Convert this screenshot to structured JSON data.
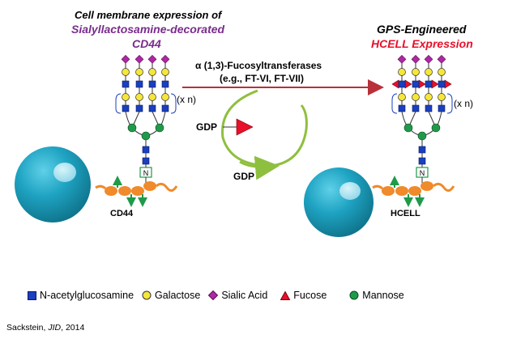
{
  "left": {
    "title_line1": "Cell membrane expression of",
    "title_line2": "Sialyllactosamine-decorated",
    "title_line3": "CD44",
    "repeat_label": "(x n)",
    "linker_label": "N",
    "protein_label": "CD44"
  },
  "right": {
    "title_line1": "GPS-Engineered",
    "title_line2": "HCELL Expression",
    "repeat_label": "(x n)",
    "linker_label": "N",
    "protein_label": "HCELL"
  },
  "reaction": {
    "enzyme_line1": "α (1,3)-Fucosyltransferases",
    "enzyme_line2": "(e.g., FT-VI, FT-VII)",
    "donor_label": "GDP",
    "product_label": "GDP"
  },
  "legend": [
    {
      "shape": "square",
      "color": "#1a3fbf",
      "label": "N-acetylglucosamine"
    },
    {
      "shape": "circle",
      "color": "#f5e63a",
      "label": "Galactose"
    },
    {
      "shape": "diamond",
      "color": "#b125a8",
      "label": "Sialic Acid"
    },
    {
      "shape": "triangle",
      "color": "#e8102a",
      "label": "Fucose"
    },
    {
      "shape": "circle",
      "color": "#1f9a4a",
      "label": "Mannose"
    }
  ],
  "colors": {
    "glcnac": "#1a3fbf",
    "galactose": "#f5e63a",
    "sialic": "#b125a8",
    "fucose": "#e8102a",
    "mannose": "#1f9a4a",
    "cell": "#1797b5",
    "protein": "#f08a2a",
    "arrow_red": "#b8303a",
    "arrow_green": "#8fbf3f"
  },
  "citation": {
    "author": "Sackstein, ",
    "journal": "JID",
    "year": ", 2014"
  }
}
